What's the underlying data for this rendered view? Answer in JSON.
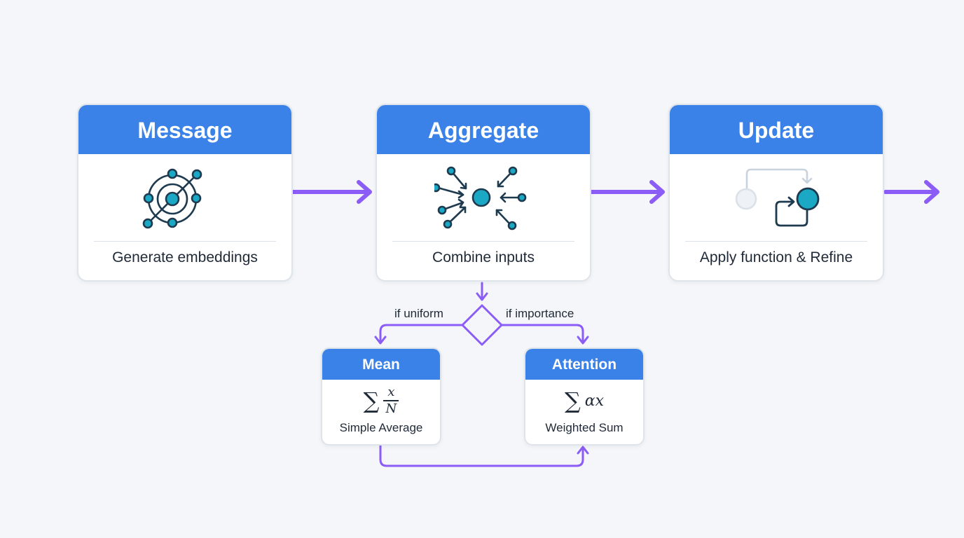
{
  "stages": [
    {
      "title": "Message",
      "description": "Generate embeddings",
      "icon": "network-node-icon"
    },
    {
      "title": "Aggregate",
      "description": "Combine inputs",
      "icon": "converging-arrows-icon"
    },
    {
      "title": "Update",
      "description": "Apply function & Refine",
      "icon": "refresh-cycle-icon"
    }
  ],
  "branches": {
    "left_condition": "if uniform",
    "right_condition": "if importance",
    "mean": {
      "title": "Mean",
      "description": "Simple Average",
      "sigma": "∑",
      "numerator": "x",
      "denominator": "N"
    },
    "attention": {
      "title": "Attention",
      "description": "Weighted Sum",
      "sigma": "∑",
      "expression": "αx"
    }
  },
  "colors": {
    "header_blue": "#3b82e8",
    "arrow_purple": "#8b5cf6",
    "node_teal": "#1ba8c4",
    "node_outline": "#1e3a4f"
  }
}
